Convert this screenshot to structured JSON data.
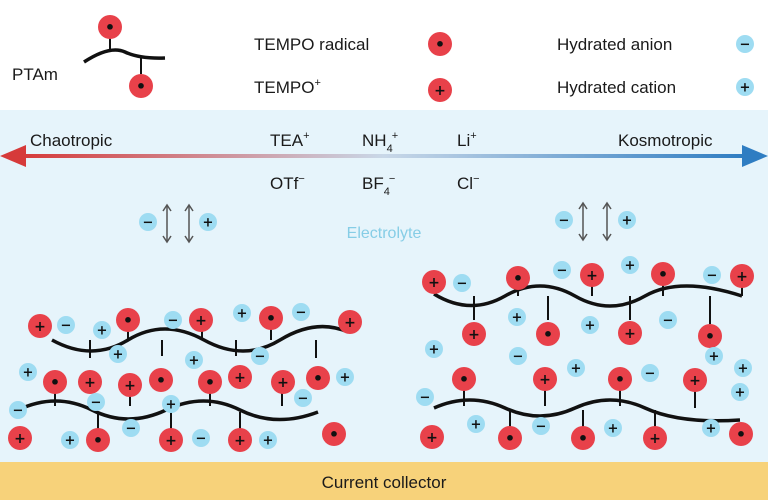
{
  "legend": {
    "polymer_label": "PTAm",
    "tempo_radical": "TEMPO radical",
    "tempo_plus_base": "TEMPO",
    "tempo_plus_sup": "+",
    "hydrated_anion": "Hydrated anion",
    "hydrated_cation": "Hydrated cation"
  },
  "series": {
    "left": "Chaotropic",
    "right": "Kosmotropic",
    "cations": [
      {
        "base": "TEA",
        "sup": "+",
        "sub": ""
      },
      {
        "base": "NH",
        "sub": "4",
        "sup": "+"
      },
      {
        "base": "Li",
        "sup": "+",
        "sub": ""
      }
    ],
    "anions": [
      {
        "base": "OTf",
        "sup": "−",
        "sub": ""
      },
      {
        "base": "BF",
        "sub": "4",
        "sup": "−"
      },
      {
        "base": "Cl",
        "sup": "−",
        "sub": ""
      }
    ]
  },
  "electrolyte_label": "Electrolyte",
  "collector_label": "Current collector",
  "symbols": {
    "radical": "•",
    "plus": "+",
    "minus": "−"
  },
  "colors": {
    "radical": "#e8414a",
    "anion": "#9edcf2",
    "electrolyte_bg": "#e6f4fb",
    "collector": "#f7d27a",
    "arrow_red": "#d63a3a",
    "arrow_blue": "#2f7dc2",
    "electrolyte_text": "#86cde6"
  }
}
